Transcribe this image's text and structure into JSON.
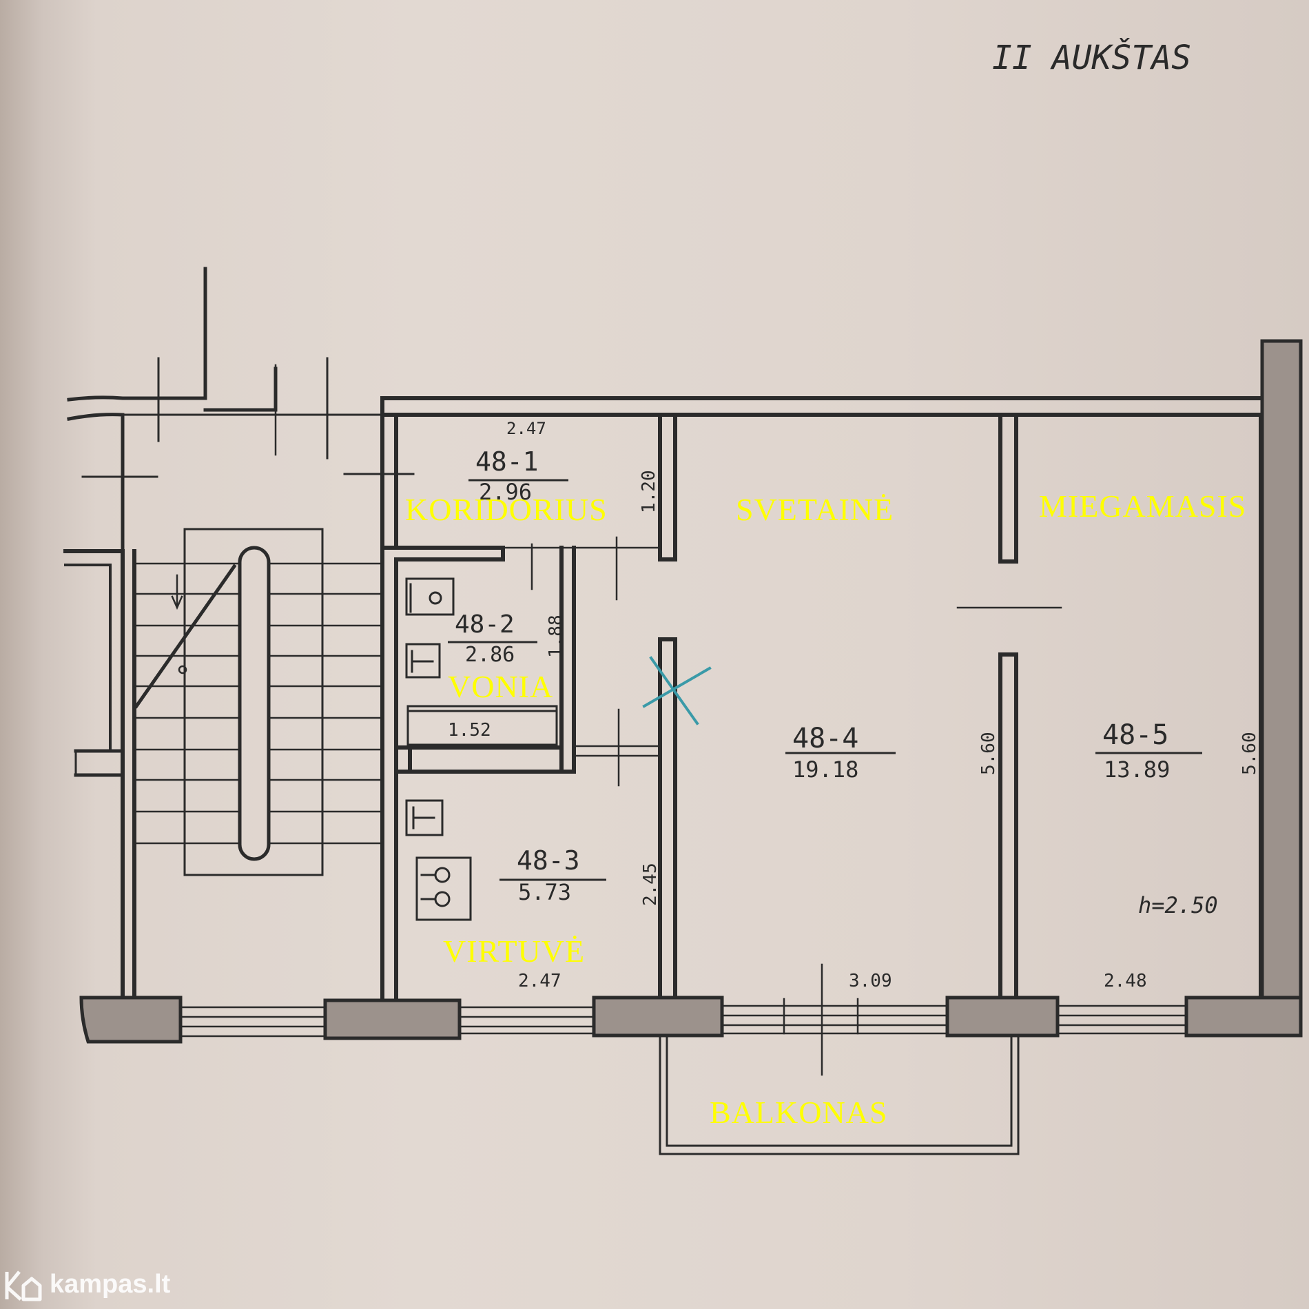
{
  "header": {
    "floor_title": "II AUKŠTAS"
  },
  "rooms": [
    {
      "id": "48-1",
      "area": "2.96",
      "label": "KORIDORIUS"
    },
    {
      "id": "48-2",
      "area": "2.86",
      "label": "VONIA"
    },
    {
      "id": "48-3",
      "area": "5.73",
      "label": "VIRTUVĖ"
    },
    {
      "id": "48-4",
      "area": "19.18",
      "label": "SVETAINĖ"
    },
    {
      "id": "48-5",
      "area": "13.89",
      "label": "MIEGAMASIS"
    }
  ],
  "balcony": {
    "label": "BALKONAS"
  },
  "dimensions": {
    "corridor_top": "2.47",
    "corridor_right": "1.20",
    "bath_right": "1.88",
    "bath_bottom": "1.52",
    "kitchen_right": "2.45",
    "kitchen_bottom": "2.47",
    "living_right": "5.60",
    "living_bottom": "3.09",
    "bedroom_right": "5.60",
    "bedroom_bottom": "2.48",
    "ceiling_height": "h=2.50"
  },
  "watermark": {
    "text": "kampas.lt"
  }
}
